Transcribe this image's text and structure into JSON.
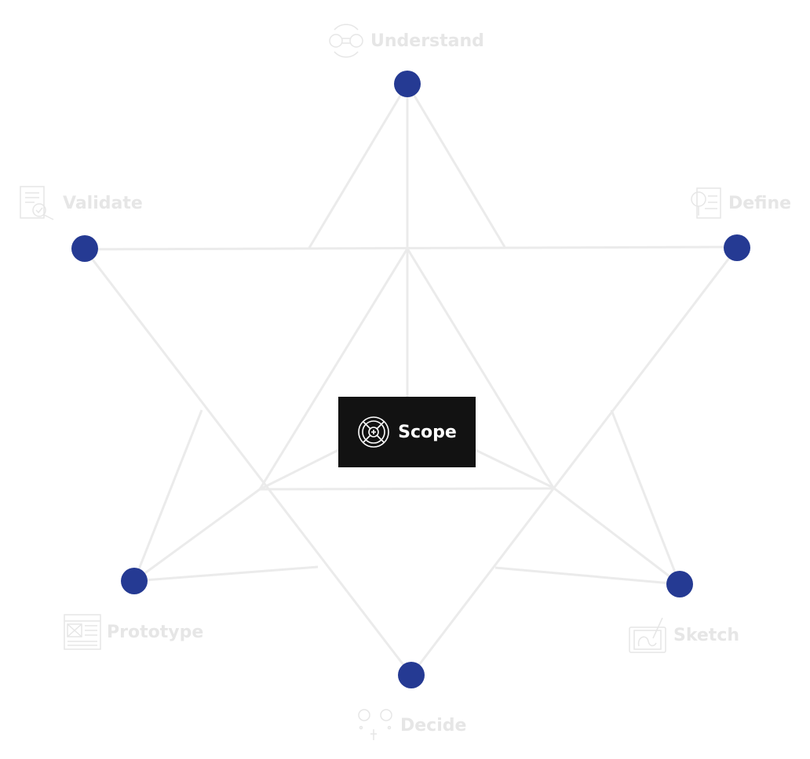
{
  "colors": {
    "node": "#253a93",
    "line": "#ebebeb",
    "label": "#e6e6e6",
    "center_bg": "#121212"
  },
  "center": {
    "label": "Scope",
    "icon": "target-icon"
  },
  "stages": [
    {
      "id": "understand",
      "label": "Understand",
      "icon": "faces-exchange-icon"
    },
    {
      "id": "define",
      "label": "Define",
      "icon": "document-magnifier-icon"
    },
    {
      "id": "sketch",
      "label": "Sketch",
      "icon": "drawing-tablet-icon"
    },
    {
      "id": "decide",
      "label": "Decide",
      "icon": "voting-faces-icon"
    },
    {
      "id": "prototype",
      "label": "Prototype",
      "icon": "wireframe-icon"
    },
    {
      "id": "validate",
      "label": "Validate",
      "icon": "checked-document-icon"
    }
  ]
}
